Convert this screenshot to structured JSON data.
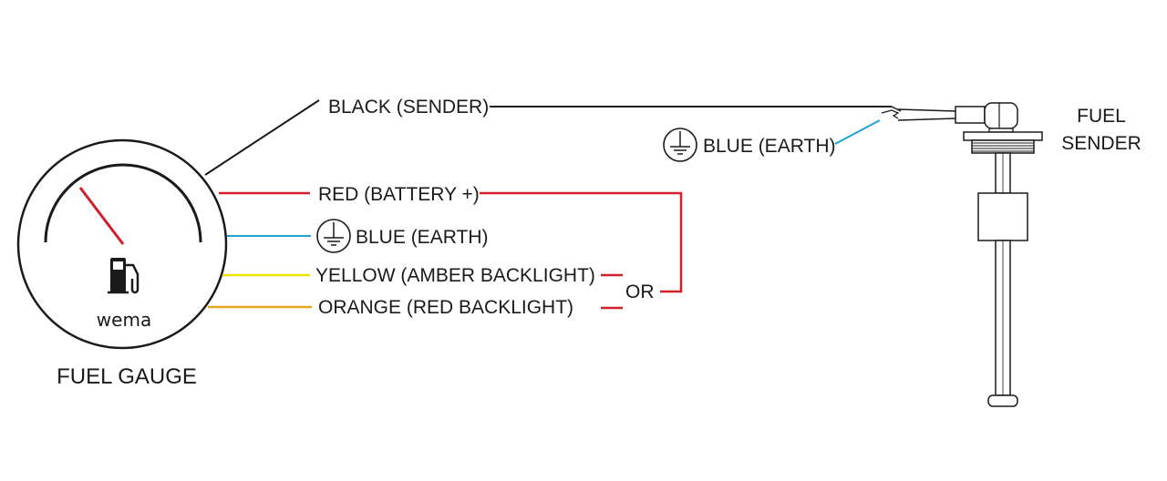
{
  "gauge": {
    "title": "FUEL GAUGE",
    "brand": "wema",
    "icon": "fuel-pump-icon"
  },
  "sender": {
    "title_line1": "FUEL",
    "title_line2": "SENDER"
  },
  "wires": {
    "black": {
      "label": "BLACK (SENDER)",
      "color": "#1a1a1a"
    },
    "red": {
      "label": "RED (BATTERY +)",
      "color": "#d0202a"
    },
    "blue_gauge": {
      "label": "BLUE (EARTH)",
      "color": "#1fa3d6"
    },
    "yellow": {
      "label": "YELLOW (AMBER BACKLIGHT)",
      "color": "#f2e200"
    },
    "orange": {
      "label": "ORANGE (RED BACKLIGHT)",
      "color": "#e3a71c"
    },
    "blue_sender": {
      "label": "BLUE (EARTH)",
      "color": "#1fa3d6"
    }
  },
  "or_label": "OR",
  "ground_icon": "ground-icon"
}
